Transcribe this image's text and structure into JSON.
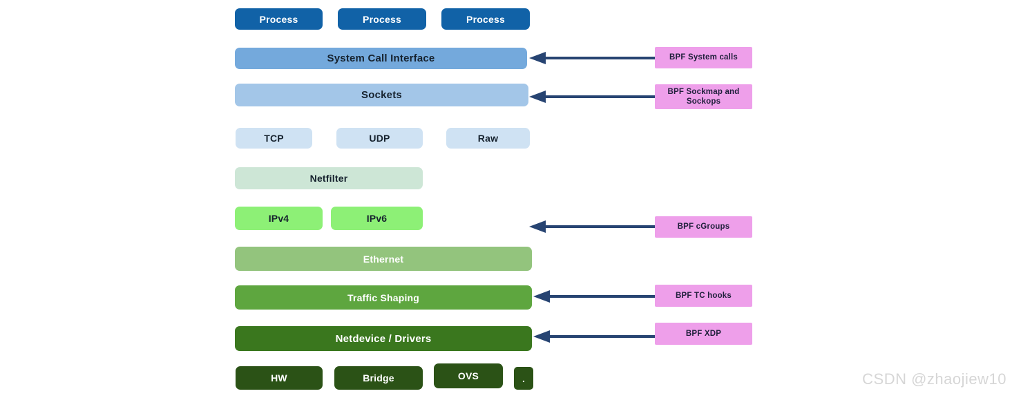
{
  "diagram": {
    "stack": {
      "process_row": [
        {
          "label": "Process"
        },
        {
          "label": "Process"
        },
        {
          "label": "Process"
        }
      ],
      "system_call_interface": "System Call Interface",
      "sockets": "Sockets",
      "transport_row": [
        {
          "label": "TCP"
        },
        {
          "label": "UDP"
        },
        {
          "label": "Raw"
        }
      ],
      "netfilter": "Netfilter",
      "ip_row": [
        {
          "label": "IPv4"
        },
        {
          "label": "IPv6"
        }
      ],
      "ethernet": "Ethernet",
      "traffic_shaping": "Traffic Shaping",
      "netdevice": "Netdevice / Drivers",
      "bottom_row": [
        {
          "label": "HW"
        },
        {
          "label": "Bridge"
        },
        {
          "label": "OVS"
        },
        {
          "label": "."
        }
      ]
    },
    "bpf_hooks": [
      {
        "label": "BPF System calls"
      },
      {
        "label": "BPF Sockmap and Sockops"
      },
      {
        "label": "BPF cGroups"
      },
      {
        "label": "BPF TC hooks"
      },
      {
        "label": "BPF XDP"
      }
    ],
    "watermark": "CSDN @zhaojiew10"
  },
  "colors": {
    "process": "#1162a7",
    "system_call_interface": "#74a9dc",
    "sockets": "#a3c6e8",
    "transport": "#cfe2f3",
    "netfilter": "#cde6d6",
    "ip": "#8df076",
    "ethernet": "#93c47d",
    "traffic_shaping": "#5ea63f",
    "netdevice": "#3a771e",
    "bottom_row": "#2b5216",
    "bpf_box": "#ee9fea",
    "arrow": "#274472",
    "background": "#ffffff"
  }
}
